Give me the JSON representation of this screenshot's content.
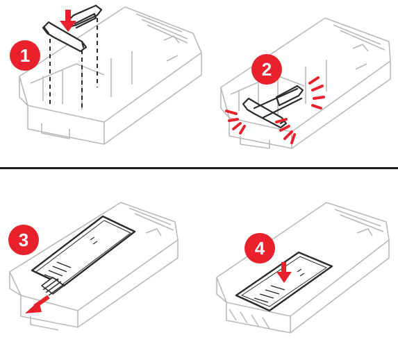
{
  "steps": [
    {
      "number": "1"
    },
    {
      "number": "2"
    },
    {
      "number": "3"
    },
    {
      "number": "4"
    }
  ],
  "colors": {
    "step_badge": "#e8212d",
    "action_arrow": "#e8212d",
    "line_art": "#2b2b2b",
    "tray_outline": "#b9b9b9",
    "divider": "#1e1e1e"
  },
  "icons": {
    "down_arrow": "down-arrow-icon",
    "pull_arrow": "pull-arrow-icon",
    "snap_marks": "snap-marks-icon"
  }
}
